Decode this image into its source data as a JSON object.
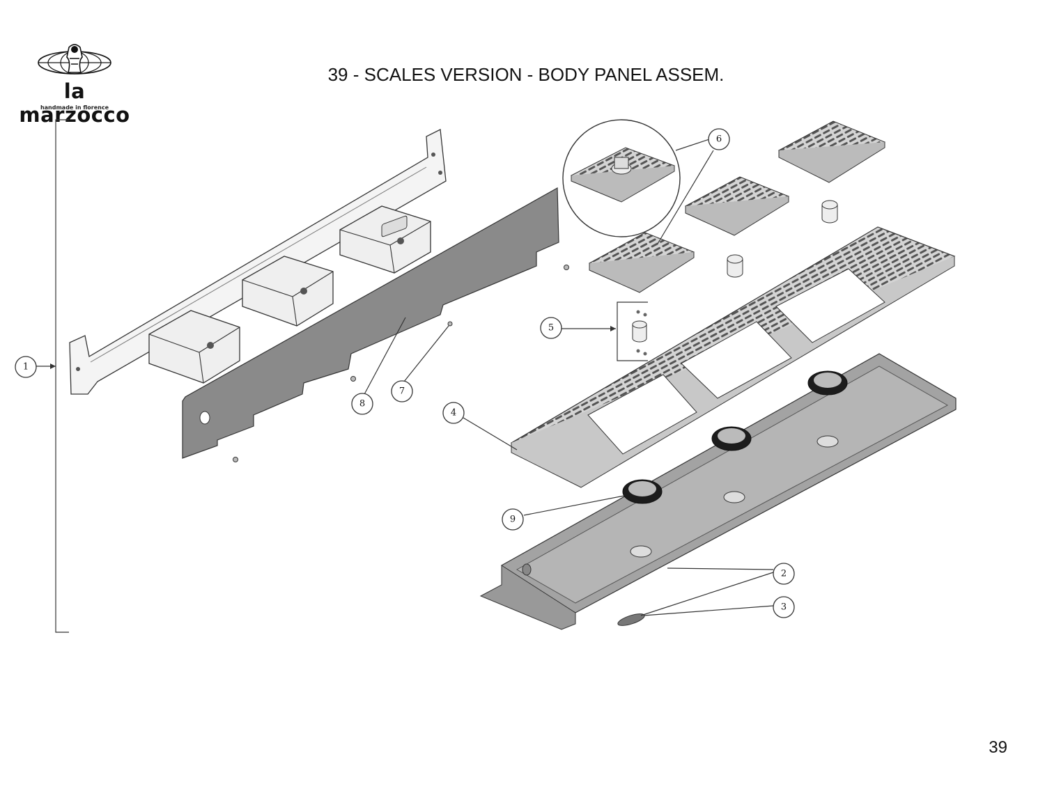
{
  "brand": {
    "name": "la marzocco",
    "tagline": "handmade in florence"
  },
  "title": "39 - SCALES VERSION - BODY PANEL ASSEM.",
  "page_number": "39",
  "callouts": [
    {
      "number": "1",
      "label": "1"
    },
    {
      "number": "2",
      "label": "2"
    },
    {
      "number": "3",
      "label": "3"
    },
    {
      "number": "4",
      "label": "4"
    },
    {
      "number": "5",
      "label": "5"
    },
    {
      "number": "6",
      "label": "6"
    },
    {
      "number": "7",
      "label": "7"
    },
    {
      "number": "8",
      "label": "8"
    },
    {
      "number": "9",
      "label": "9"
    }
  ],
  "colors": {
    "line": "#333333",
    "panel_gray": "#8a8a8a",
    "tray_gray": "#9e9e9e",
    "grate_gray": "#c8c8c8",
    "ring_black": "#1c1c1c"
  }
}
